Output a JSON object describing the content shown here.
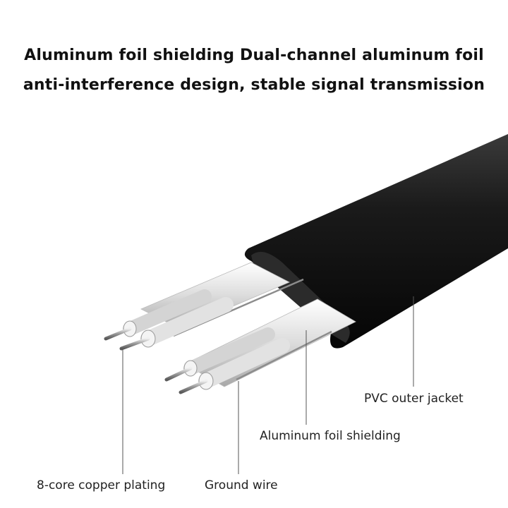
{
  "headline": {
    "line1": "Aluminum foil shielding Dual-channel aluminum foil",
    "line2": "anti-interference design, stable signal transmission"
  },
  "labels": {
    "outer_jacket": "PVC outer jacket",
    "foil_shielding": "Aluminum foil shielding",
    "copper_plating": "8-core copper plating",
    "ground_wire": "Ground wire"
  },
  "colors": {
    "jacket": "#111111",
    "foil": "#d8d8d8",
    "copper_core": "#bfbfbf",
    "leader_line": "#555555"
  }
}
